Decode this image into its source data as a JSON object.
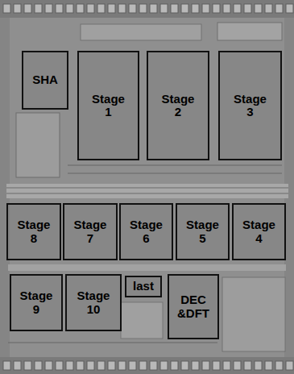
{
  "diagram": {
    "nodes": [
      {
        "text": [
          "SHA"
        ]
      },
      {
        "text": [
          "Stage 1"
        ]
      },
      {
        "text": [
          "Stage 2"
        ]
      },
      {
        "text": [
          "Stage 3"
        ]
      },
      {
        "text": [
          "Stage 8"
        ]
      },
      {
        "text": [
          "Stage 7"
        ]
      },
      {
        "text": [
          "Stage 6"
        ]
      },
      {
        "text": [
          "Stage 5"
        ]
      },
      {
        "text": [
          "Stage 4"
        ]
      },
      {
        "text": [
          "Stage 9"
        ]
      },
      {
        "text": [
          "Stage 10"
        ]
      },
      {
        "text": [
          "last"
        ]
      },
      {
        "text": [
          "DEC &DFT"
        ]
      }
    ]
  }
}
